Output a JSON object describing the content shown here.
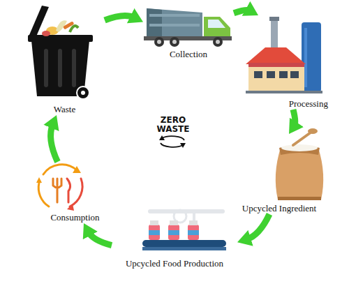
{
  "diagram": {
    "nodes": [
      {
        "text": [
          "Waste"
        ]
      },
      {
        "text": [
          "Collection"
        ]
      },
      {
        "text": [
          "Processing"
        ]
      },
      {
        "text": [
          "Upcycled Ingredient"
        ]
      },
      {
        "text": [
          "Upcycled Food Production"
        ]
      },
      {
        "text": [
          "Consumption"
        ]
      }
    ],
    "edges": [
      {
        "from": 0,
        "to": 1,
        "arrow": "to"
      },
      {
        "from": 1,
        "to": 2,
        "arrow": "to"
      },
      {
        "from": 2,
        "to": 3,
        "arrow": "to"
      },
      {
        "from": 3,
        "to": 4,
        "arrow": "to"
      },
      {
        "from": 4,
        "to": 5,
        "arrow": "to"
      },
      {
        "from": 5,
        "to": 0,
        "arrow": "to"
      }
    ],
    "labels": [
      "ZERO WASTE"
    ]
  }
}
